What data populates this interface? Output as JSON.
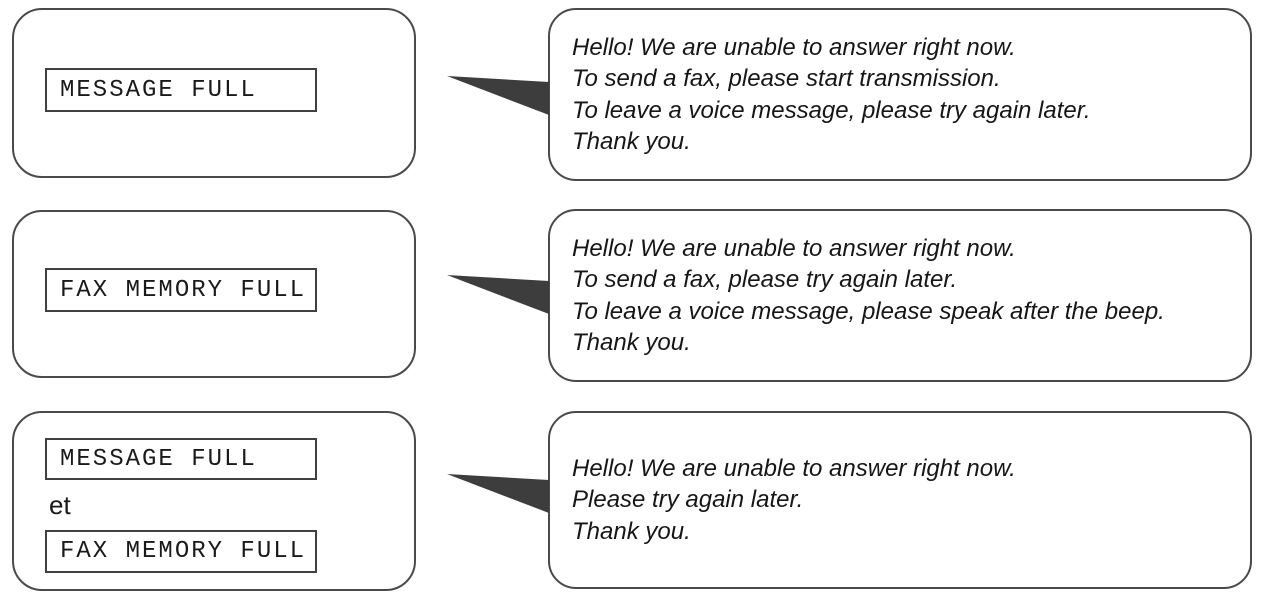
{
  "colors": {
    "border": "#4a4a4a",
    "pointer": "#3d3d3d",
    "text": "#161616",
    "background": "#ffffff"
  },
  "rows": [
    {
      "lcd": [
        "MESSAGE FULL"
      ],
      "voice": [
        "Hello! We are unable to answer right now.",
        "To send a fax, please start transmission.",
        "To leave a voice message, please try again later.",
        "Thank you."
      ]
    },
    {
      "lcd": [
        "FAX MEMORY FULL"
      ],
      "voice": [
        "Hello! We are unable to answer right now.",
        "To send a fax, please try again later.",
        "To leave a voice message, please speak after the beep.",
        "Thank you."
      ]
    },
    {
      "lcd": [
        "MESSAGE FULL",
        "FAX MEMORY FULL"
      ],
      "connector": "et",
      "voice": [
        "Hello! We are unable to answer right now.",
        "Please try again later.",
        "Thank you."
      ]
    }
  ]
}
